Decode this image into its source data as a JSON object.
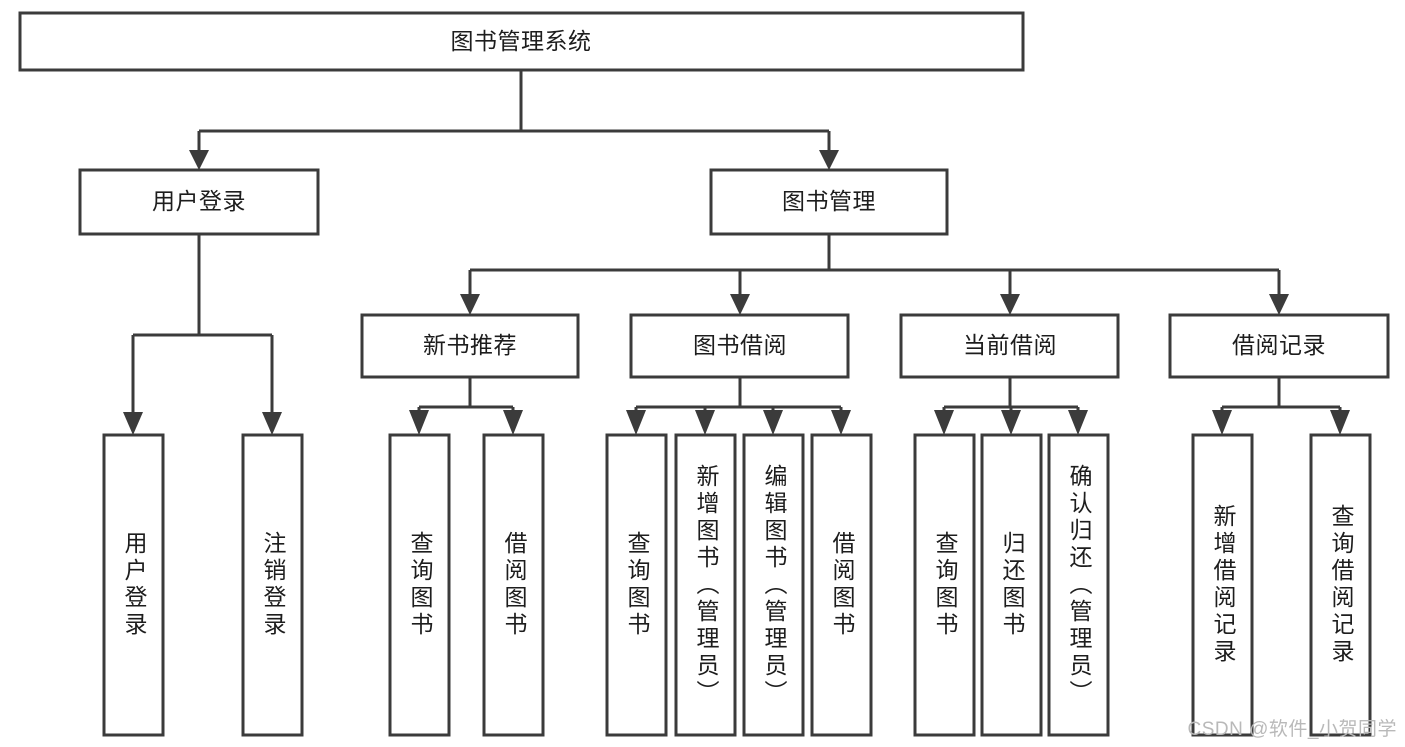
{
  "diagram": {
    "type": "tree-hierarchy",
    "title": "图书管理系统",
    "orientation": "top-down",
    "colors": {
      "box_stroke": "#3b3b3b",
      "box_fill": "#ffffff",
      "text": "#1d1d1d",
      "connector": "#3b3b3b",
      "background": "#ffffff",
      "watermark": "#b9b9b9"
    },
    "root": {
      "label": "图书管理系统"
    },
    "level2": [
      {
        "label": "用户登录"
      },
      {
        "label": "图书管理"
      }
    ],
    "level3": [
      {
        "label": "新书推荐"
      },
      {
        "label": "图书借阅"
      },
      {
        "label": "当前借阅"
      },
      {
        "label": "借阅记录"
      }
    ],
    "leaves": {
      "user_login": [
        {
          "label": "用户登录"
        },
        {
          "label": "注销登录"
        }
      ],
      "new_book_recommend": [
        {
          "label": "查询图书"
        },
        {
          "label": "借阅图书"
        }
      ],
      "book_borrow": [
        {
          "label": "查询图书"
        },
        {
          "label": "新增图书（管理员）"
        },
        {
          "label": "编辑图书（管理员）"
        },
        {
          "label": "借阅图书"
        }
      ],
      "current_borrow": [
        {
          "label": "查询图书"
        },
        {
          "label": "归还图书"
        },
        {
          "label": "确认归还（管理员）"
        }
      ],
      "borrow_record": [
        {
          "label": "新增借阅记录"
        },
        {
          "label": "查询借阅记录"
        }
      ]
    }
  },
  "watermark": {
    "text": "CSDN @软件_小贺同学"
  }
}
